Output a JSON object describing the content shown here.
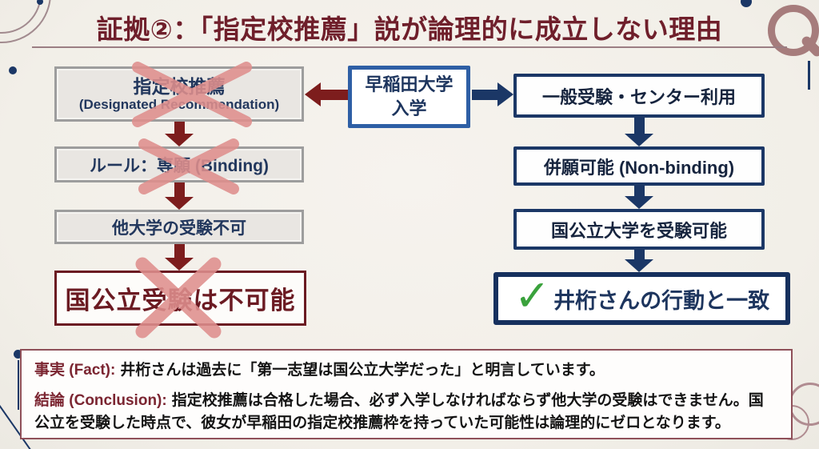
{
  "title": "証拠②：「指定校推薦」説が論理的に成立しない理由",
  "colors": {
    "paper": "#f3f0ea",
    "title_maroon": "#6f1f2b",
    "arrow_dark_red": "#7d1d1d",
    "navy": "#1b3766",
    "center_box_blue": "#2e5fa5",
    "result_maroon": "#6b1a22",
    "cross_pink": "#df8f8d",
    "check_green": "#3aa23c",
    "gray_box_fill": "#e9e6e2",
    "gray_box_border": "#9d9d9d"
  },
  "center_box": {
    "line1": "早稲田大学",
    "line2": "入学"
  },
  "left_flow": {
    "box1_line1": "指定校推薦",
    "box1_line2": "(Designated Recommendation)",
    "box2": "ルール：専願 (Binding)",
    "box3": "他大学の受験不可",
    "result": "国公立受験は不可能"
  },
  "right_flow": {
    "box1": "一般受験・センター利用",
    "box2": "併願可能 (Non-binding)",
    "box3": "国公立大学を受験可能",
    "check_icon": "✓",
    "result": "井桁さんの行動と一致"
  },
  "footer": {
    "fact_label": "事実 (Fact):",
    "fact_text": "井桁さんは過去に「第一志望は国公立大学だった」と明言しています。",
    "conclusion_label": "結論 (Conclusion):",
    "conclusion_text": "指定校推薦は合格した場合、必ず入学しなければならず他大学の受験はできません。国公立を受験した時点で、彼女が早稲田の指定校推薦枠を持っていた可能性は論理的にゼロとなります。"
  }
}
